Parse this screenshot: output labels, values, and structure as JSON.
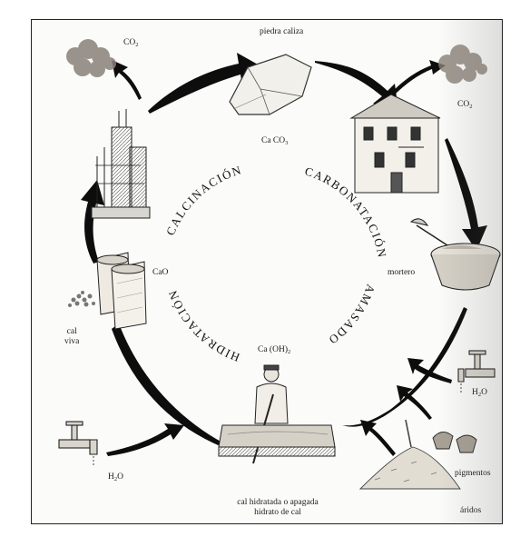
{
  "phases": {
    "calcination": "CALCINACIÓN",
    "carbonation": "CARBONATACIÓN",
    "kneading": "AMASADO",
    "hydration": "HIDRATACIÓN"
  },
  "labels": {
    "co2_left": "CO",
    "co2_left_sub": "2",
    "limestone": "piedra caliza",
    "caco3": "Ca CO",
    "caco3_sub": "3",
    "co2_right": "CO",
    "co2_right_sub": "2",
    "cao": "CaO",
    "quicklime_1": "cal",
    "quicklime_2": "viva",
    "mortar": "mortero",
    "caoh2": "Ca (OH)",
    "caoh2_sub": "2",
    "h2o_right": "H",
    "h2o_right_sub": "2",
    "h2o_right_end": "O",
    "pigments": "pigmentos",
    "aggregates": "áridos",
    "h2o_left": "H",
    "h2o_left_sub": "2",
    "h2o_left_end": "O",
    "slaked_1": "cal hidratada o apagada",
    "slaked_2": "hidrato de cal"
  }
}
